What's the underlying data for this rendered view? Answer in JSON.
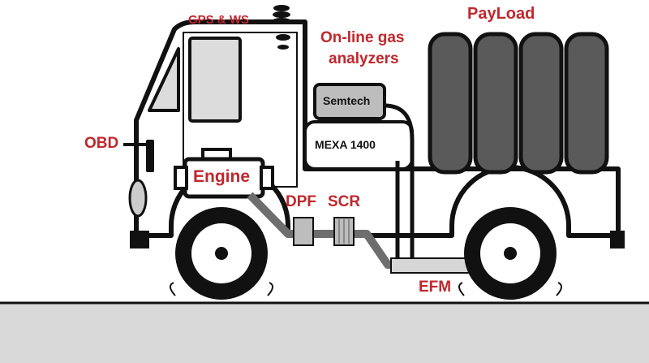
{
  "labels": {
    "gps_ws": "GPS & WS",
    "online_gas_line1": "On-line gas",
    "online_gas_line2": "analyzers",
    "payload": "PayLoad",
    "obd": "OBD",
    "engine": "Engine",
    "dpf": "DPF",
    "scr": "SCR",
    "efm": "EFM",
    "semtech": "Semtech",
    "mexa": "MEXA 1400"
  },
  "colors": {
    "label_red": "#c0272d",
    "outline": "#111111",
    "component_gray": "#bdbdbd",
    "tank_gray": "#5a5a5a",
    "road_gray": "#d9d9d9"
  }
}
